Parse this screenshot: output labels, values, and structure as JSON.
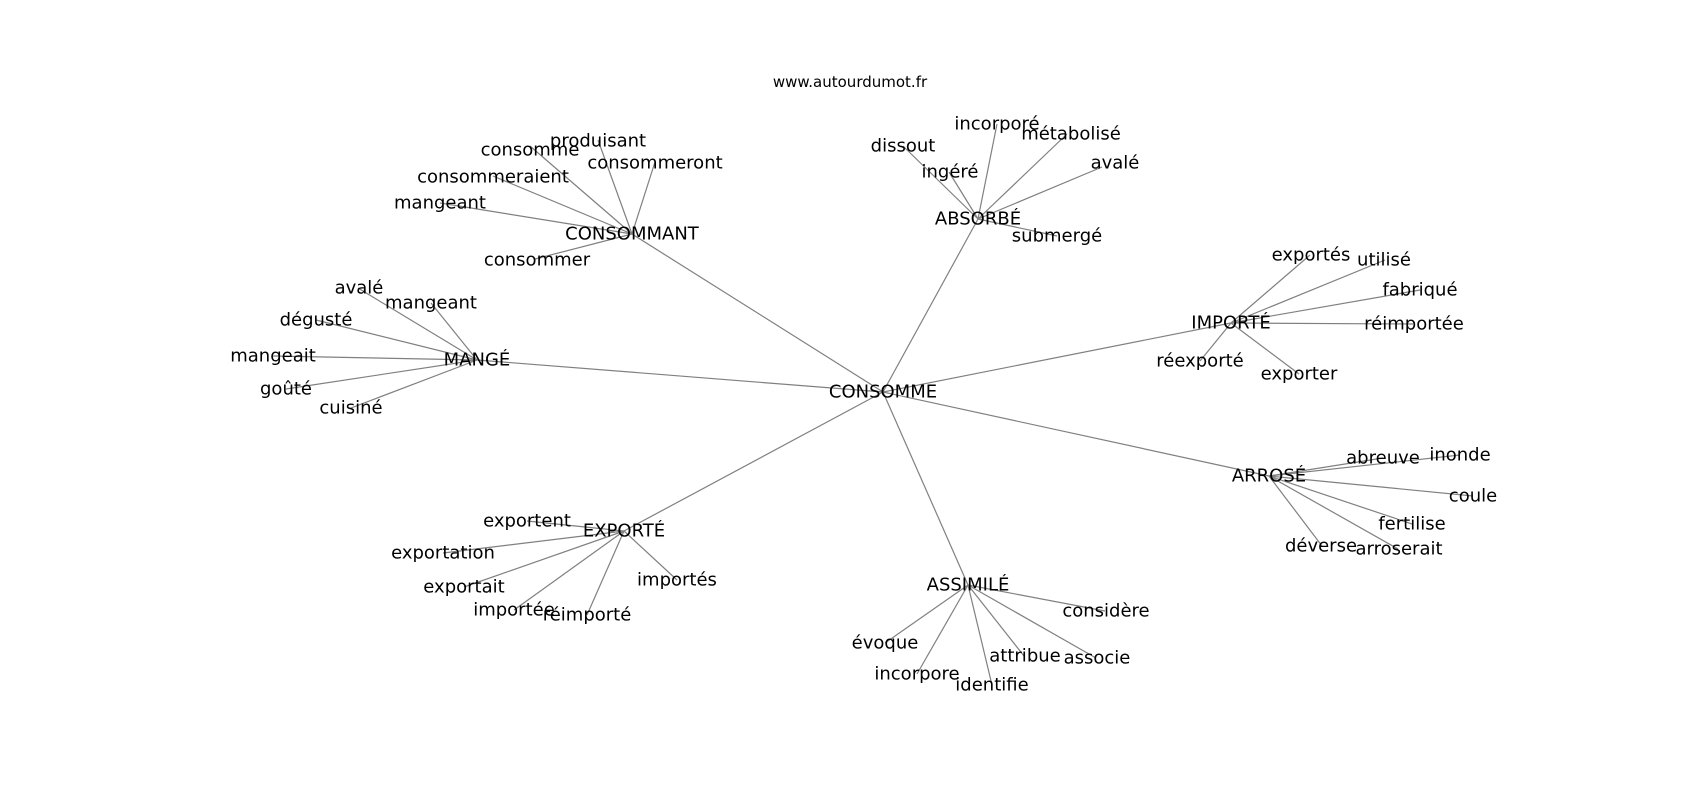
{
  "source": "www.autourdumot.fr",
  "colors": {
    "edge": "#808080",
    "text": "#000000",
    "background": "#ffffff"
  },
  "graph": {
    "center": "CONSOMME",
    "clusters": [
      {
        "id": "consommant",
        "label": "CONSOMMANT",
        "leaves": [
          "consomme",
          "produisant",
          "consommeront",
          "consommeraient",
          "mangeant",
          "consommer"
        ]
      },
      {
        "id": "absorbe",
        "label": "ABSORBÉ",
        "leaves": [
          "incorporé",
          "métabolisé",
          "dissout",
          "ingéré",
          "avalé",
          "submergé"
        ]
      },
      {
        "id": "mange",
        "label": "MANGÉ",
        "leaves": [
          "avalé",
          "mangeant",
          "dégusté",
          "mangeait",
          "goûté",
          "cuisiné"
        ]
      },
      {
        "id": "importe",
        "label": "IMPORTÉ",
        "leaves": [
          "exportés",
          "utilisé",
          "fabriqué",
          "réimportée",
          "réexporté",
          "exporter"
        ]
      },
      {
        "id": "arrose",
        "label": "ARROSÉ",
        "leaves": [
          "abreuve",
          "inonde",
          "coule",
          "fertilise",
          "arroserait",
          "déverse"
        ]
      },
      {
        "id": "exporte",
        "label": "EXPORTÉ",
        "leaves": [
          "exportent",
          "exportation",
          "exportait",
          "importée",
          "réimporté",
          "importés"
        ]
      },
      {
        "id": "assimile",
        "label": "ASSIMILÉ",
        "leaves": [
          "considère",
          "évoque",
          "attribue",
          "associe",
          "incorpore",
          "identifie"
        ]
      }
    ]
  }
}
